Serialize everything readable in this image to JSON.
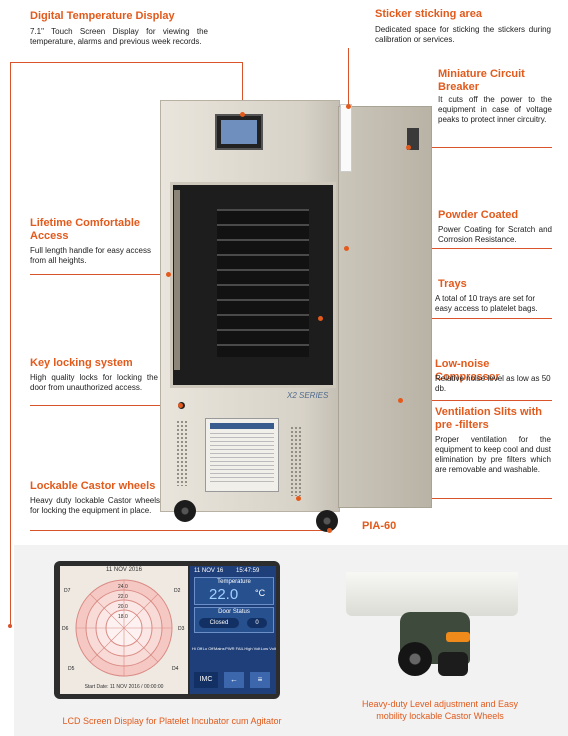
{
  "features": {
    "digital_display": {
      "title": "Digital Temperature Display",
      "body": "7.1\" Touch Screen Display for viewing the temperature, alarms and previous week records."
    },
    "lifetime_access": {
      "title": "Lifetime Comfortable Access",
      "body": "Full length handle for easy access from all heights."
    },
    "key_locking": {
      "title": "Key locking system",
      "body": "High quality locks for locking the door from unauthorized access."
    },
    "castor_wheels": {
      "title": "Lockable Castor wheels",
      "body": "Heavy duty lockable Castor wheels for locking the equipment in place."
    },
    "sticker_area": {
      "title": "Sticker sticking area",
      "body": "Dedicated space for sticking the stickers during calibration or services."
    },
    "circuit_breaker": {
      "title": "Miniature Circuit Breaker",
      "body": "It cuts off the power to the equipment in case of voltage peaks to protect inner circuitry."
    },
    "powder_coated": {
      "title": "Powder Coated",
      "body": "Power Coating for Scratch and Corrosion Resistance."
    },
    "trays": {
      "title": "Trays",
      "body": "A total of 10 trays are set for easy access to platelet bags."
    },
    "compressor": {
      "title": "Low-noise Compressor",
      "body": "Relative noise level as low as 50 db."
    },
    "ventilation": {
      "title": "Ventilation Slits with pre -filters",
      "body": "Proper ventilation for the equipment to keep cool and dust elimination by pre filters which are removable and washable."
    }
  },
  "model_label": "PIA-60",
  "cabinet_brand": "X2 SERIES",
  "lcd": {
    "chart_top_date": "11 NOV 2016",
    "chart_footer": "Start Date: 11 NOV 2016 / 00:00:00",
    "ring_labels": [
      "24.0",
      "22.0",
      "20.0",
      "18.0"
    ],
    "day_labels": [
      "D1",
      "D2",
      "D3",
      "D4",
      "D5",
      "D6",
      "D7"
    ],
    "header_date": "11 NOV 16",
    "header_time": "15:47:59",
    "temp_label": "Temperature",
    "temp_value": "22.0",
    "temp_unit": "°C",
    "door_label": "Door Status",
    "door_state": "Closed",
    "door_count": "0",
    "indicators": [
      "Hi Off",
      "Lo Off",
      "Mains",
      "PWR FAIL",
      "High Volt",
      "Low Volt"
    ],
    "logo": "IMC"
  },
  "captions": {
    "lcd": "LCD Screen Display for Platelet Incubator cum Agitator",
    "wheel": "Heavy-duty Level adjustment and Easy mobility lockable Castor Wheels"
  },
  "colors": {
    "accent": "#e25a1c",
    "line": "#d9532b",
    "lcd_blue": "#1f3f7a"
  }
}
